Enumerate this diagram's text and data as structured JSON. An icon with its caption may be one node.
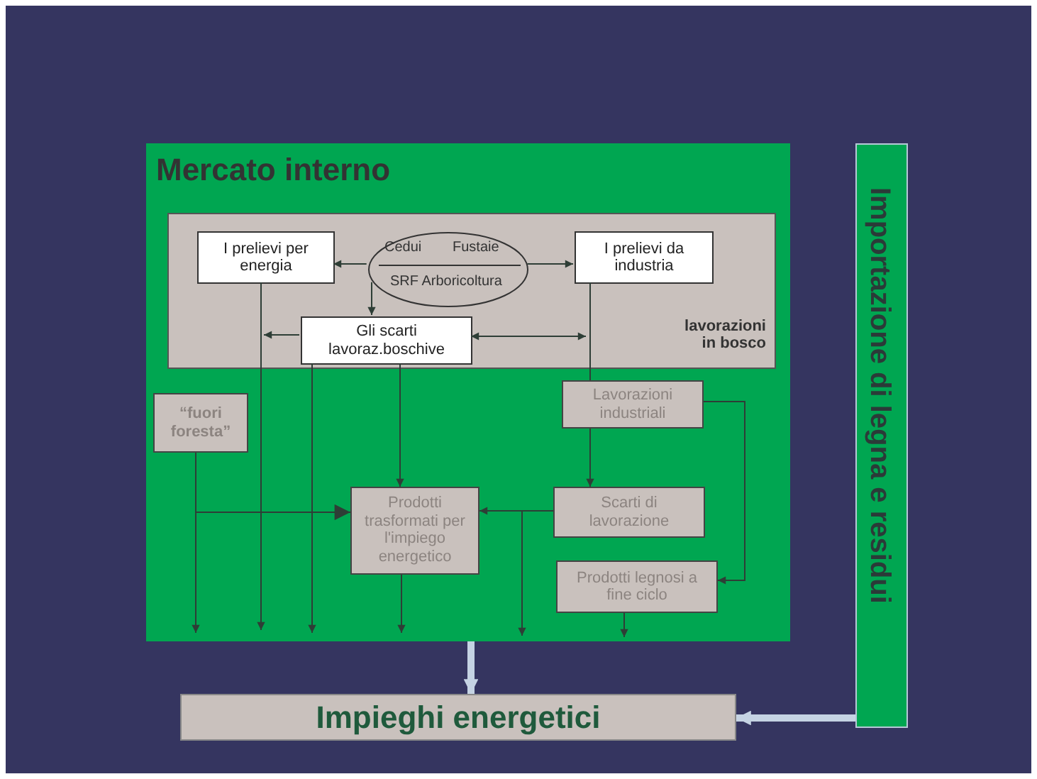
{
  "diagram": {
    "nodes": [
      {
        "text": [
          "Mercato interno"
        ]
      },
      {
        "text": [
          "lavorazioni in bosco"
        ],
        "in": 0
      },
      {
        "text": [
          "I prelievi per energia"
        ],
        "in": 1
      },
      {
        "text": [
          "Cedui",
          "Fustaie",
          "SRF Arboricoltura"
        ],
        "in": 1
      },
      {
        "text": [
          "I prelievi da industria"
        ],
        "in": 1
      },
      {
        "text": [
          "Gli scarti lavoraz.boschive"
        ],
        "in": 1
      },
      {
        "text": [
          "“fuori foresta”"
        ],
        "in": 0
      },
      {
        "text": [
          "Lavorazioni industriali"
        ],
        "in": 0
      },
      {
        "text": [
          "Prodotti trasformati per l'impiego energetico"
        ],
        "in": 0
      },
      {
        "text": [
          "Scarti di lavorazione"
        ],
        "in": 0
      },
      {
        "text": [
          "Prodotti legnosi a fine ciclo"
        ],
        "in": 0
      },
      {
        "text": [
          "Impieghi energetici"
        ]
      },
      {
        "text": [
          "Importazione di legna e residui"
        ]
      }
    ],
    "edges": [
      {
        "from": 3,
        "to": 2,
        "arrow": "to"
      },
      {
        "from": 3,
        "to": 4,
        "arrow": "to"
      },
      {
        "from": 3,
        "to": 5,
        "arrow": "to"
      },
      {
        "from": 5,
        "to": null,
        "arrow": "to"
      },
      {
        "from": 5,
        "to": null,
        "arrow": "both"
      },
      {
        "from": 4,
        "to": 7,
        "arrow": "none"
      },
      {
        "from": 7,
        "to": 9,
        "arrow": "to"
      },
      {
        "from": 7,
        "to": 10,
        "arrow": "to"
      },
      {
        "from": 9,
        "to": 8,
        "arrow": "to"
      },
      {
        "from": 6,
        "to": 8,
        "arrow": "to"
      },
      {
        "from": 5,
        "to": 8,
        "arrow": "to"
      },
      {
        "from": 6,
        "to": null,
        "arrow": "to"
      },
      {
        "from": 2,
        "to": null,
        "arrow": "to"
      },
      {
        "from": 5,
        "to": null,
        "arrow": "to"
      },
      {
        "from": 8,
        "to": null,
        "arrow": "to"
      },
      {
        "from": 9,
        "to": null,
        "arrow": "to"
      },
      {
        "from": 10,
        "to": null,
        "arrow": "to"
      },
      {
        "from": 0,
        "to": 11,
        "arrow": "to",
        "style": "thick",
        "color": "#c5d3e3"
      },
      {
        "from": 12,
        "to": 11,
        "arrow": "to",
        "style": "thick",
        "color": "#c5d3e3"
      }
    ]
  }
}
